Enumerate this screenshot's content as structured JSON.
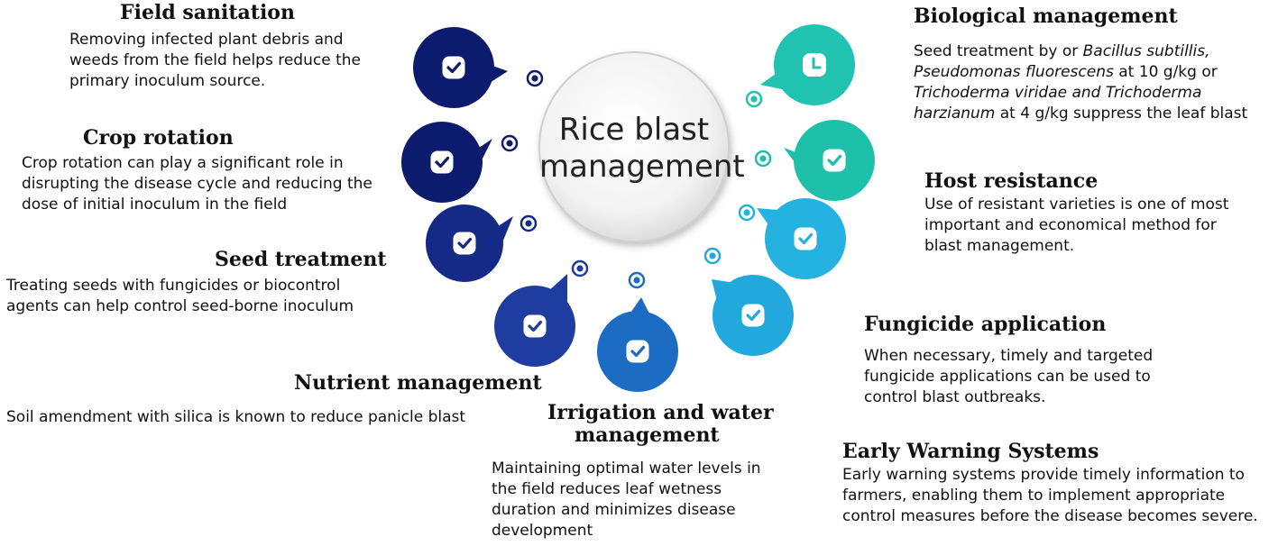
{
  "center": {
    "line1": "Rice blast",
    "line2": "management"
  },
  "colors": {
    "navy": "#0d1b6e",
    "navy2": "#142a86",
    "blue": "#1f4fb0",
    "mid_blue": "#1c74c8",
    "sky": "#1fa3dc",
    "cyan": "#20b5d8",
    "teal": "#1fbfa8",
    "teal2": "#22c0b0"
  },
  "icon": "check-icon",
  "sections": {
    "field_sanitation": {
      "title": "Field sanitation",
      "text": "Removing infected plant debris and weeds from the field helps reduce the primary inoculum source."
    },
    "crop_rotation": {
      "title": "Crop rotation",
      "text": "Crop rotation can play a significant role in disrupting the disease cycle and reducing the dose of initial inoculum in the field"
    },
    "seed_treatment": {
      "title": "Seed treatment",
      "text": "Treating seeds with fungicides or biocontrol agents can help control seed-borne inoculum"
    },
    "nutrient_management": {
      "title": "Nutrient management",
      "text": "Soil amendment with silica is known to reduce panicle blast"
    },
    "irrigation": {
      "title_line1": "Irrigation and water",
      "title_line2": "management",
      "text": "Maintaining optimal water levels in the field reduces leaf wetness duration and minimizes disease development"
    },
    "biological": {
      "title": "Biological management",
      "p1": "Seed treatment by  or ",
      "i1": "Bacillus subtillis,",
      "i2": "Pseudomonas fluorescens",
      "p2": " at 10 g/kg or ",
      "i3": "Trichoderma viridae  and Trichoderma harzianum",
      "p3": " at 4 g/kg  suppress the leaf blast"
    },
    "host_resistance": {
      "title": "Host resistance",
      "text": "Use of resistant varieties is one of most important and economical method for blast management."
    },
    "fungicide": {
      "title": "Fungicide application",
      "text": "When necessary, timely and targeted fungicide applications can be used to control blast outbreaks."
    },
    "early_warning": {
      "title": "Early Warning Systems",
      "text": "Early warning systems provide timely information to farmers, enabling them to implement appropriate control measures before the disease becomes severe."
    }
  }
}
